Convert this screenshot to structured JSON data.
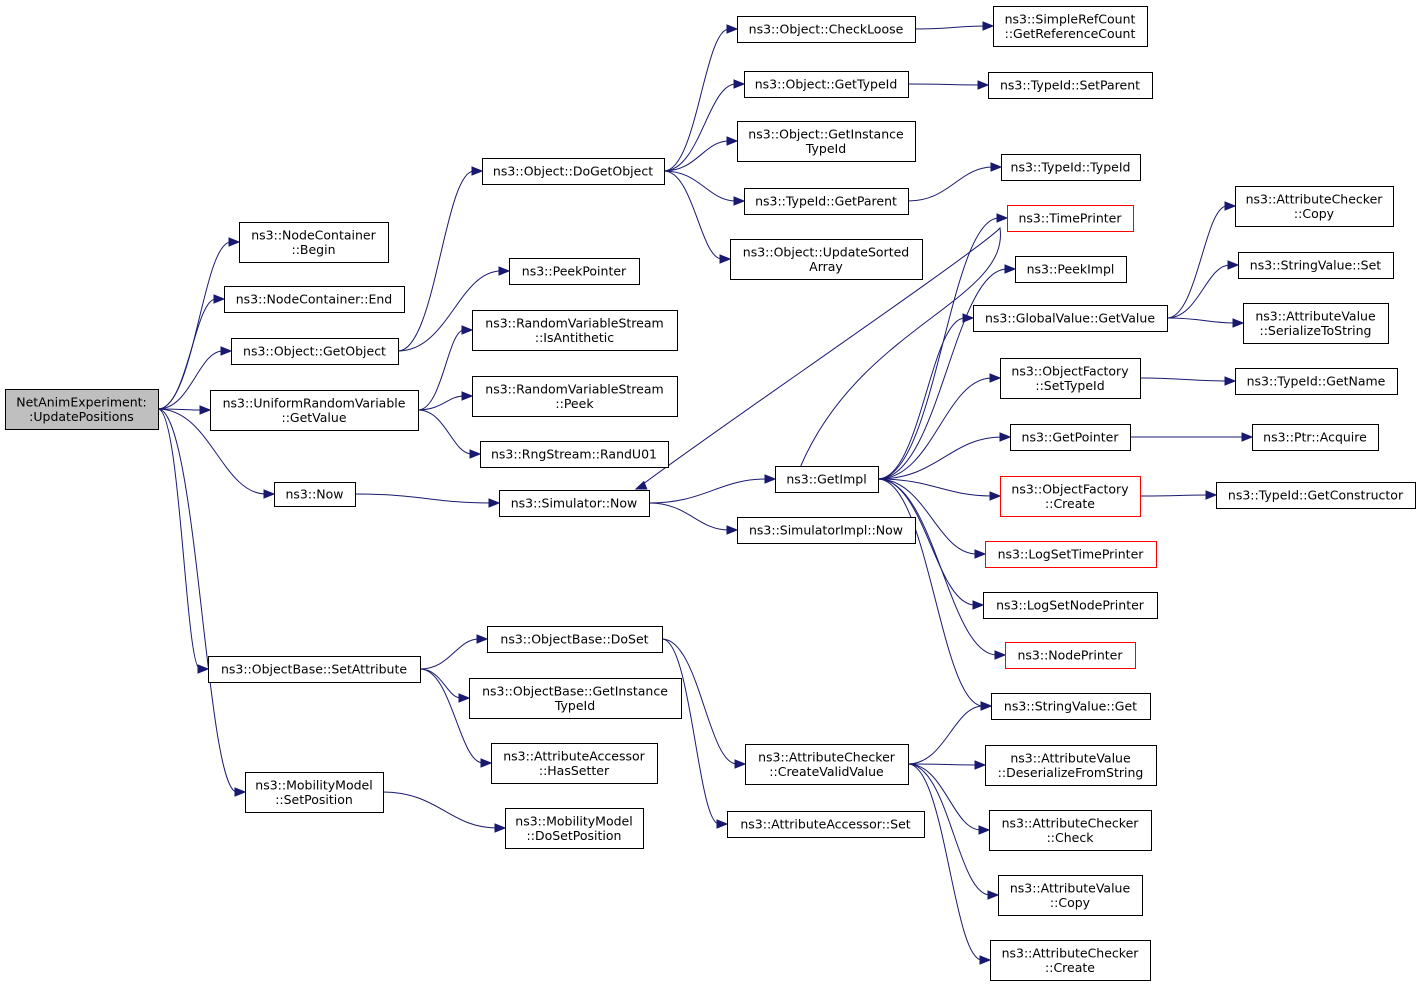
{
  "colors": {
    "edge": "#191970",
    "root_fill": "#bfbfbf",
    "node_border": "#000000",
    "highlight_border": "#ff0000"
  },
  "nodes": [
    {
      "id": "root",
      "lines": [
        "NetAnimExperiment:",
        ":UpdatePositions"
      ],
      "style": "root"
    },
    {
      "id": "nc_begin",
      "lines": [
        "ns3::NodeContainer",
        "::Begin"
      ]
    },
    {
      "id": "nc_end",
      "lines": [
        "ns3::NodeContainer::End"
      ]
    },
    {
      "id": "obj_getobject",
      "lines": [
        "ns3::Object::GetObject"
      ]
    },
    {
      "id": "urv_getvalue",
      "lines": [
        "ns3::UniformRandomVariable",
        "::GetValue"
      ]
    },
    {
      "id": "now",
      "lines": [
        "ns3::Now"
      ]
    },
    {
      "id": "ob_setattr",
      "lines": [
        "ns3::ObjectBase::SetAttribute"
      ]
    },
    {
      "id": "mm_setpos",
      "lines": [
        "ns3::MobilityModel",
        "::SetPosition"
      ]
    },
    {
      "id": "obj_dogetobject",
      "lines": [
        "ns3::Object::DoGetObject"
      ]
    },
    {
      "id": "peekpointer",
      "lines": [
        "ns3::PeekPointer"
      ]
    },
    {
      "id": "rvs_isanti",
      "lines": [
        "ns3::RandomVariableStream",
        "::IsAntithetic"
      ]
    },
    {
      "id": "rvs_peek",
      "lines": [
        "ns3::RandomVariableStream",
        "::Peek"
      ]
    },
    {
      "id": "rng_randu01",
      "lines": [
        "ns3::RngStream::RandU01"
      ]
    },
    {
      "id": "sim_now",
      "lines": [
        "ns3::Simulator::Now"
      ]
    },
    {
      "id": "ob_doset",
      "lines": [
        "ns3::ObjectBase::DoSet"
      ]
    },
    {
      "id": "ob_getinst",
      "lines": [
        "ns3::ObjectBase::GetInstance",
        "TypeId"
      ]
    },
    {
      "id": "aa_hassetter",
      "lines": [
        "ns3::AttributeAccessor",
        "::HasSetter"
      ]
    },
    {
      "id": "mm_dosetpos",
      "lines": [
        "ns3::MobilityModel",
        "::DoSetPosition"
      ]
    },
    {
      "id": "obj_checkloose",
      "lines": [
        "ns3::Object::CheckLoose"
      ]
    },
    {
      "id": "obj_gettypeid",
      "lines": [
        "ns3::Object::GetTypeId"
      ]
    },
    {
      "id": "obj_getinsttypeid",
      "lines": [
        "ns3::Object::GetInstance",
        "TypeId"
      ]
    },
    {
      "id": "tid_getparent",
      "lines": [
        "ns3::TypeId::GetParent"
      ]
    },
    {
      "id": "obj_updatesorted",
      "lines": [
        "ns3::Object::UpdateSorted",
        "Array"
      ]
    },
    {
      "id": "getimpl",
      "lines": [
        "ns3::GetImpl"
      ]
    },
    {
      "id": "simimpl_now",
      "lines": [
        "ns3::SimulatorImpl::Now"
      ]
    },
    {
      "id": "ac_createvalid",
      "lines": [
        "ns3::AttributeChecker",
        "::CreateValidValue"
      ]
    },
    {
      "id": "aa_set",
      "lines": [
        "ns3::AttributeAccessor::Set"
      ]
    },
    {
      "id": "src_getref",
      "lines": [
        "ns3::SimpleRefCount",
        "::GetReferenceCount"
      ]
    },
    {
      "id": "tid_setparent",
      "lines": [
        "ns3::TypeId::SetParent"
      ]
    },
    {
      "id": "tid_typeid",
      "lines": [
        "ns3::TypeId::TypeId"
      ]
    },
    {
      "id": "timeprinter",
      "lines": [
        "ns3::TimePrinter"
      ],
      "style": "red"
    },
    {
      "id": "peekimpl",
      "lines": [
        "ns3::PeekImpl"
      ]
    },
    {
      "id": "gv_getvalue",
      "lines": [
        "ns3::GlobalValue::GetValue"
      ]
    },
    {
      "id": "of_settypeid",
      "lines": [
        "ns3::ObjectFactory",
        "::SetTypeId"
      ]
    },
    {
      "id": "getpointer",
      "lines": [
        "ns3::GetPointer"
      ]
    },
    {
      "id": "of_create",
      "lines": [
        "ns3::ObjectFactory",
        "::Create"
      ],
      "style": "red"
    },
    {
      "id": "logsettime",
      "lines": [
        "ns3::LogSetTimePrinter"
      ],
      "style": "red"
    },
    {
      "id": "logsetnode",
      "lines": [
        "ns3::LogSetNodePrinter"
      ]
    },
    {
      "id": "nodeprinter",
      "lines": [
        "ns3::NodePrinter"
      ],
      "style": "red"
    },
    {
      "id": "sv_get",
      "lines": [
        "ns3::StringValue::Get"
      ]
    },
    {
      "id": "av_deser",
      "lines": [
        "ns3::AttributeValue",
        "::DeserializeFromString"
      ]
    },
    {
      "id": "ac_check",
      "lines": [
        "ns3::AttributeChecker",
        "::Check"
      ]
    },
    {
      "id": "av_copy",
      "lines": [
        "ns3::AttributeValue",
        "::Copy"
      ]
    },
    {
      "id": "ac_create",
      "lines": [
        "ns3::AttributeChecker",
        "::Create"
      ]
    },
    {
      "id": "ac_copy",
      "lines": [
        "ns3::AttributeChecker",
        "::Copy"
      ]
    },
    {
      "id": "sv_set",
      "lines": [
        "ns3::StringValue::Set"
      ]
    },
    {
      "id": "av_serial",
      "lines": [
        "ns3::AttributeValue",
        "::SerializeToString"
      ]
    },
    {
      "id": "tid_getname",
      "lines": [
        "ns3::TypeId::GetName"
      ]
    },
    {
      "id": "ptr_acquire",
      "lines": [
        "ns3::Ptr::Acquire"
      ]
    },
    {
      "id": "tid_getctor",
      "lines": [
        "ns3::TypeId::GetConstructor"
      ]
    }
  ],
  "edges": [
    [
      "root",
      "nc_begin"
    ],
    [
      "root",
      "nc_end"
    ],
    [
      "root",
      "obj_getobject"
    ],
    [
      "root",
      "urv_getvalue"
    ],
    [
      "root",
      "now"
    ],
    [
      "root",
      "ob_setattr"
    ],
    [
      "root",
      "mm_setpos"
    ],
    [
      "obj_getobject",
      "obj_dogetobject"
    ],
    [
      "obj_getobject",
      "peekpointer"
    ],
    [
      "urv_getvalue",
      "rvs_isanti"
    ],
    [
      "urv_getvalue",
      "rvs_peek"
    ],
    [
      "urv_getvalue",
      "rng_randu01"
    ],
    [
      "now",
      "sim_now"
    ],
    [
      "ob_setattr",
      "ob_doset"
    ],
    [
      "ob_setattr",
      "ob_getinst"
    ],
    [
      "ob_setattr",
      "aa_hassetter"
    ],
    [
      "mm_setpos",
      "mm_dosetpos"
    ],
    [
      "obj_dogetobject",
      "obj_checkloose"
    ],
    [
      "obj_dogetobject",
      "obj_gettypeid"
    ],
    [
      "obj_dogetobject",
      "obj_getinsttypeid"
    ],
    [
      "obj_dogetobject",
      "tid_getparent"
    ],
    [
      "obj_dogetobject",
      "obj_updatesorted"
    ],
    [
      "obj_checkloose",
      "src_getref"
    ],
    [
      "obj_gettypeid",
      "tid_setparent"
    ],
    [
      "tid_getparent",
      "tid_typeid"
    ],
    [
      "sim_now",
      "getimpl"
    ],
    [
      "sim_now",
      "simimpl_now"
    ],
    [
      "getimpl",
      "sim_now"
    ],
    [
      "getimpl",
      "timeprinter"
    ],
    [
      "getimpl",
      "peekimpl"
    ],
    [
      "getimpl",
      "gv_getvalue"
    ],
    [
      "getimpl",
      "of_settypeid"
    ],
    [
      "getimpl",
      "getpointer"
    ],
    [
      "getimpl",
      "of_create"
    ],
    [
      "getimpl",
      "logsettime"
    ],
    [
      "getimpl",
      "logsetnode"
    ],
    [
      "getimpl",
      "nodeprinter"
    ],
    [
      "getimpl",
      "sv_get"
    ],
    [
      "ob_doset",
      "ac_createvalid"
    ],
    [
      "ob_doset",
      "aa_set"
    ],
    [
      "ac_createvalid",
      "sv_get"
    ],
    [
      "ac_createvalid",
      "av_deser"
    ],
    [
      "ac_createvalid",
      "ac_check"
    ],
    [
      "ac_createvalid",
      "av_copy"
    ],
    [
      "ac_createvalid",
      "ac_create"
    ],
    [
      "gv_getvalue",
      "ac_copy"
    ],
    [
      "gv_getvalue",
      "sv_set"
    ],
    [
      "gv_getvalue",
      "av_serial"
    ],
    [
      "of_settypeid",
      "tid_getname"
    ],
    [
      "getpointer",
      "ptr_acquire"
    ],
    [
      "of_create",
      "tid_getctor"
    ]
  ]
}
